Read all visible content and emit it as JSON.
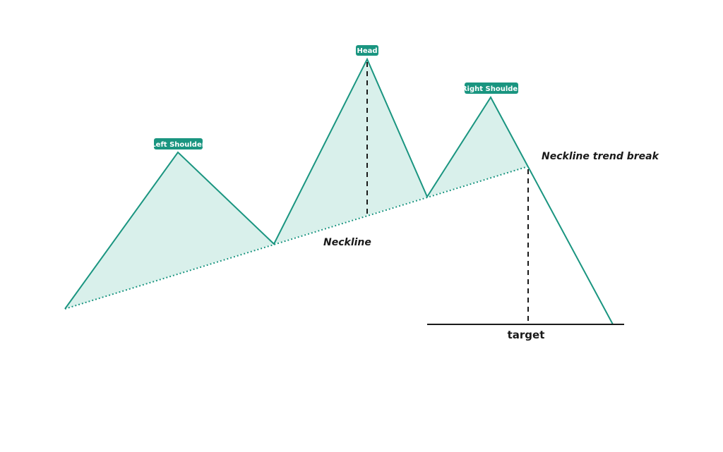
{
  "colors": {
    "accent": "#1a9580",
    "fill": "#d9f0eb",
    "badge": "#1a9580",
    "dark": "#1a1a1a"
  },
  "labels": {
    "left_shoulder": "Left Shoulder",
    "head": "Head",
    "right_shoulder": "Right Shoulder",
    "neckline": "Neckline",
    "neckline_break": "Neckline trend break",
    "target": "target"
  }
}
